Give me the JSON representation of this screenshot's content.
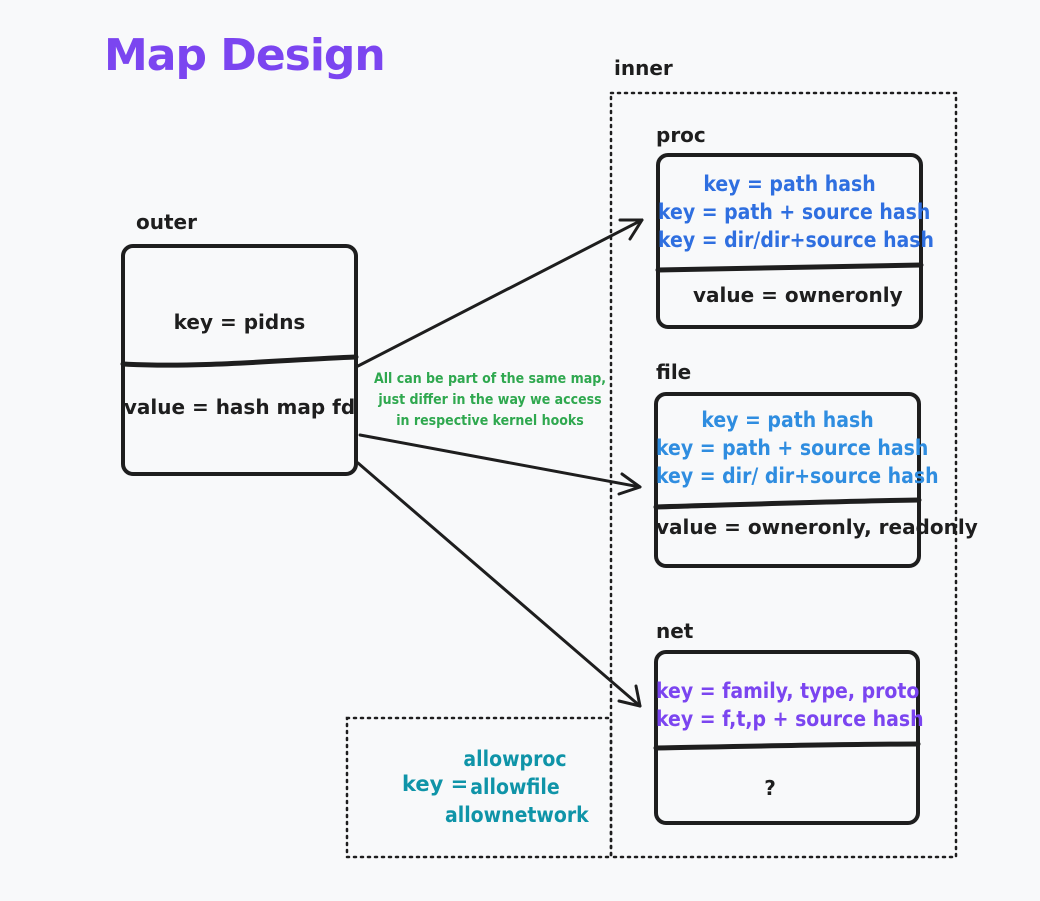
{
  "title": "Map Design",
  "colors": {
    "title": "#7b45f0",
    "proc_keys": "#2f6fe0",
    "file_keys": "#2f8de0",
    "net_keys": "#7b45f0",
    "allow_keys": "#0f94a8",
    "note": "#2fa84f",
    "stroke": "#1e1e1e",
    "background": "#f8f9fa"
  },
  "outer": {
    "label": "outer",
    "key": "key = pidns",
    "value": "value = hash map fd"
  },
  "inner": {
    "label": "inner",
    "proc": {
      "label": "proc",
      "keys": [
        "key = path hash",
        "key = path + source hash",
        "key = dir/dir+source hash"
      ],
      "value": "value = owneronly"
    },
    "file": {
      "label": "file",
      "keys": [
        "key = path hash",
        "key = path + source hash",
        "key = dir/ dir+source hash"
      ],
      "value": "value = owneronly, readonly"
    },
    "net": {
      "label": "net",
      "keys": [
        "key = family, type, proto",
        "key = f,t,p + source hash"
      ],
      "value": "?"
    }
  },
  "allow": {
    "key_label": "key =",
    "values": [
      "allowproc",
      "allowfile",
      "allownetwork"
    ]
  },
  "note": [
    "All can be part of the same map,",
    "just differ in the way we access",
    "in respective kernel hooks"
  ]
}
